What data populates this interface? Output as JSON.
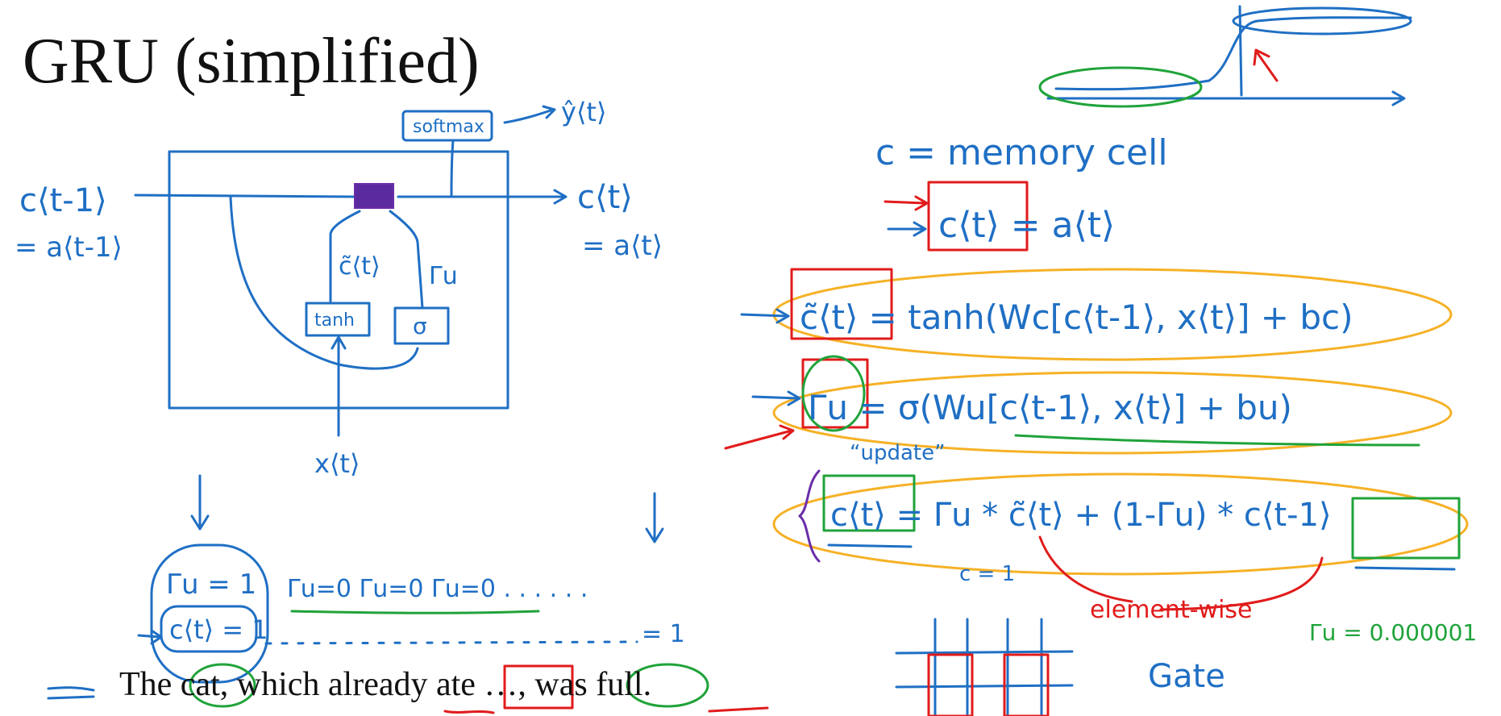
{
  "title": "GRU (simplified)",
  "sentence": "The cat, which already ate …, was full.",
  "diagram": {
    "prev_c": "c⟨t-1⟩",
    "prev_a": "= a⟨t-1⟩",
    "next_c": "c⟨t⟩",
    "next_a": "= a⟨t⟩",
    "y_hat": "ŷ⟨t⟩",
    "softmax": "softmax",
    "c_tilde": "c̃⟨t⟩",
    "gamma_u": "Γu",
    "tanh": "tanh",
    "sigma": "σ",
    "x_t": "x⟨t⟩"
  },
  "notes": {
    "memory_cell": "c = memory cell",
    "eq_c_a": "c⟨t⟩ = a⟨t⟩",
    "eq_c_tilde": "c̃⟨t⟩ = tanh(Wc[c⟨t-1⟩, x⟨t⟩] + bc)",
    "eq_gamma": "Γu = σ(Wu[c⟨t-1⟩, x⟨t⟩] + bu)",
    "update_label": "“update”",
    "eq_c_update": "c⟨t⟩ = Γu * c̃⟨t⟩ + (1-Γu) * c⟨t-1⟩",
    "gamma_eq_one": "Γu = 1",
    "c_eq_one": "c⟨t⟩ = 1",
    "gamma_zeros": "Γu=0  Γu=0  Γu=0  . . . . . .",
    "gamma_small": "Γu = 0.000001",
    "element_wise": "element-wise",
    "gate": "Gate",
    "t_eq_one": "= 1",
    "c_eq_1_small": "c = 1"
  },
  "colors": {
    "ink_blue": "#1f6fc4",
    "ink_red": "#e11b1b",
    "ink_green": "#1fa33a",
    "ink_yellow": "#f6b126",
    "ink_purple": "#6a2da8"
  }
}
